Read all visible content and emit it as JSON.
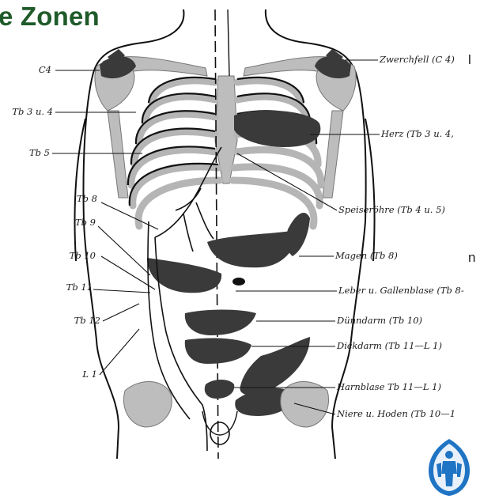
{
  "title": "e Zonen",
  "side_text": {
    "top_fragment": "l",
    "mid_fragment": "n"
  },
  "labels_left": [
    {
      "id": "c4",
      "text": "C4"
    },
    {
      "id": "tb3u4",
      "text": "Tb 3 u. 4"
    },
    {
      "id": "tb5",
      "text": "Tb 5"
    },
    {
      "id": "tb8",
      "text": "Tb 8"
    },
    {
      "id": "tb9",
      "text": "Tb 9"
    },
    {
      "id": "tb10",
      "text": "Tb 10"
    },
    {
      "id": "tb11",
      "text": "Tb 11"
    },
    {
      "id": "tb12",
      "text": "Tb 12"
    },
    {
      "id": "l1",
      "text": "L 1"
    }
  ],
  "labels_right": [
    {
      "id": "zwerchfell",
      "text": "Zwerchfell (C 4)"
    },
    {
      "id": "herz",
      "text": "Herz (Tb 3 u. 4,"
    },
    {
      "id": "speiseroehre",
      "text": "Speiseröhre (Tb 4 u. 5)"
    },
    {
      "id": "magen",
      "text": "Magen (Tb 8)"
    },
    {
      "id": "leber",
      "text": "Leber u. Gallenblase (Tb 8-"
    },
    {
      "id": "duenndarm",
      "text": "Dünndarm (Tb 10)"
    },
    {
      "id": "dickdarm",
      "text": "Dickdarm (Tb 11—L 1)"
    },
    {
      "id": "harnblase",
      "text": "Harnblase Tb 11—L 1)"
    },
    {
      "id": "niere",
      "text": "Niere u. Hoden (Tb 10—1"
    }
  ],
  "colors": {
    "title": "#1f5b2a",
    "bone": "#bdbdbd",
    "zone": "#3a3a3a",
    "line": "#111111",
    "logo": "#1f74c4"
  },
  "logo_icon": "human-figure-emblem-icon"
}
